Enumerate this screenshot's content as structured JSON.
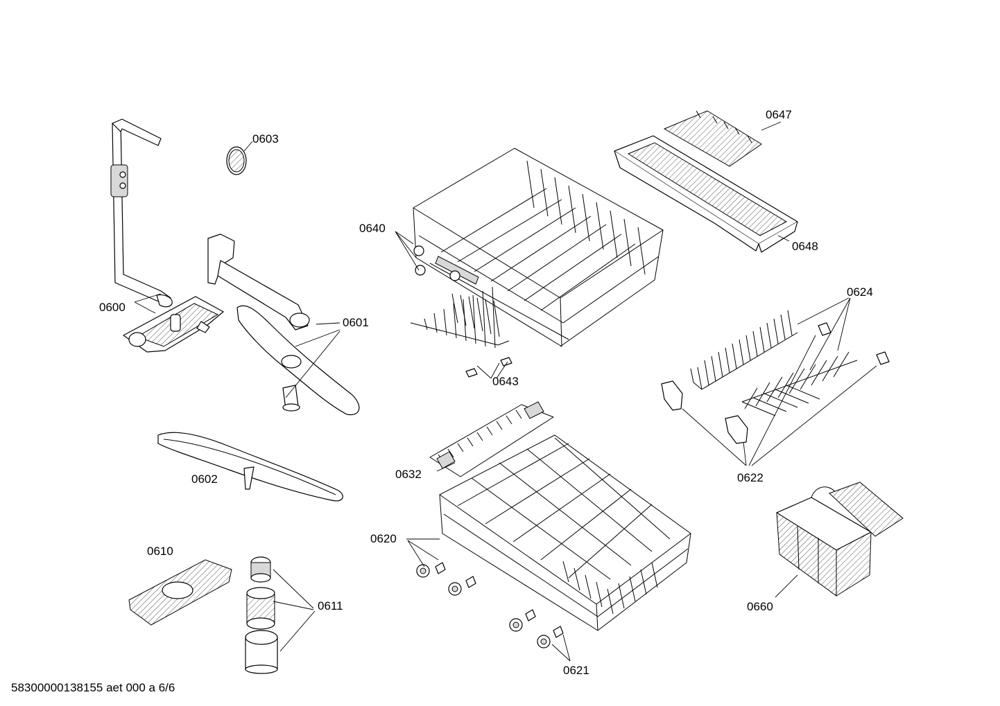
{
  "diagram": {
    "labels": {
      "p0600": "0600",
      "p0601": "0601",
      "p0602": "0602",
      "p0603": "0603",
      "p0610": "0610",
      "p0611": "0611",
      "p0620": "0620",
      "p0621": "0621",
      "p0622": "0622",
      "p0624": "0624",
      "p0632": "0632",
      "p0640": "0640",
      "p0643": "0643",
      "p0647": "0647",
      "p0648": "0648",
      "p0660": "0660"
    },
    "footer": "58300000138155 aet 000 a 6/6"
  }
}
